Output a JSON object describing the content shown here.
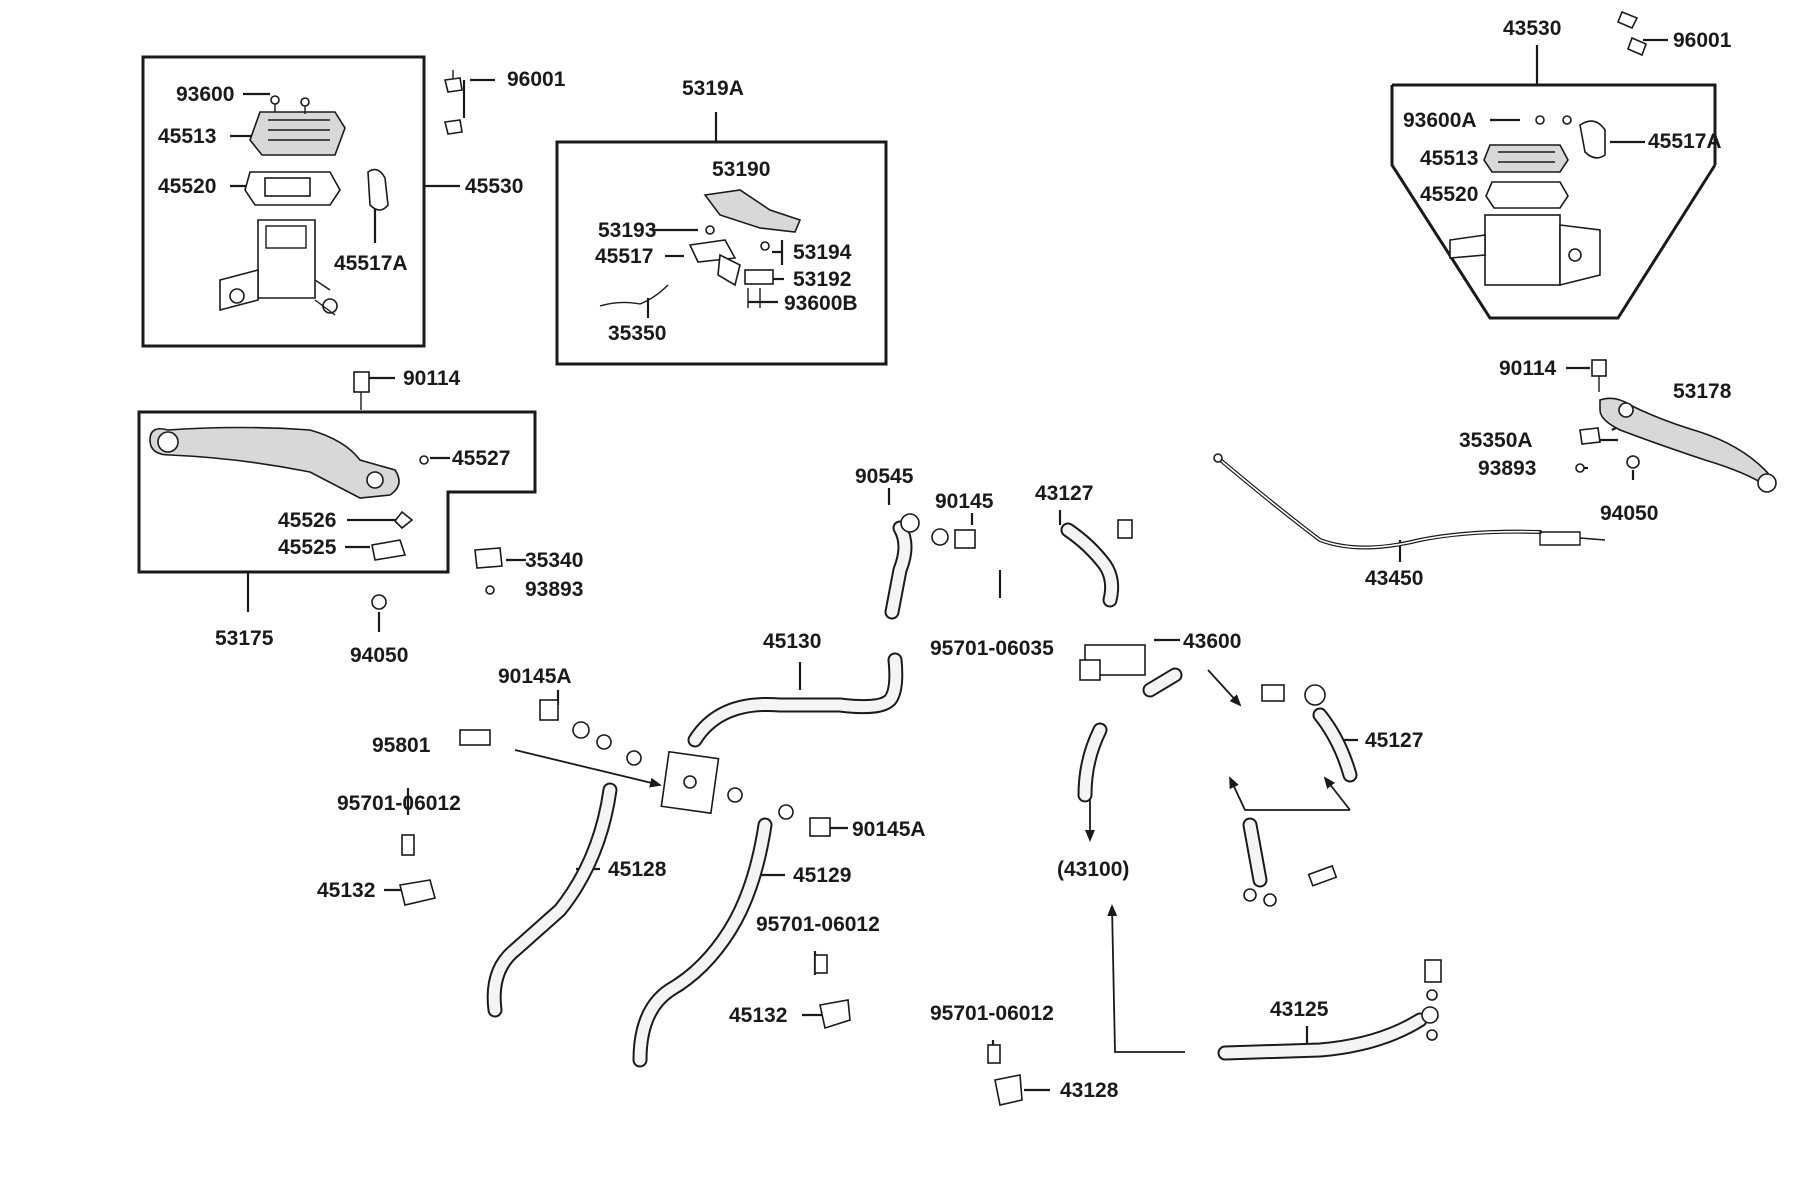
{
  "labels": {
    "p93600": "93600",
    "p45513_l": "45513",
    "p45520_l": "45520",
    "p96001_l": "96001",
    "p45530": "45530",
    "p45517a_l": "45517A",
    "p5319a": "5319A",
    "p53190": "53190",
    "p53193": "53193",
    "p45517": "45517",
    "p53194": "53194",
    "p53192": "53192",
    "p93600b": "93600B",
    "p35350": "35350",
    "p43530": "43530",
    "p96001_r": "96001",
    "p93600a": "93600A",
    "p45513_r": "45513",
    "p45517a_r": "45517A",
    "p45520_r": "45520",
    "p90114_l": "90114",
    "p45527": "45527",
    "p45526": "45526",
    "p45525": "45525",
    "p53175": "53175",
    "p35340": "35340",
    "p93893_l": "93893",
    "p94050_l": "94050",
    "p90114_r": "90114",
    "p53178": "53178",
    "p35350a": "35350A",
    "p93893_r": "93893",
    "p94050_r": "94050",
    "p90545": "90545",
    "p90145": "90145",
    "p43127": "43127",
    "p43450": "43450",
    "p95701_06035": "95701-06035",
    "p43600": "43600",
    "p45130": "45130",
    "p90145a_t": "90145A",
    "p95801": "95801",
    "p45127": "45127",
    "p95701_06012_a": "95701-06012",
    "p90145a_b": "90145A",
    "p45128": "45128",
    "p45129": "45129",
    "p43100": "(43100)",
    "p45132_a": "45132",
    "p95701_06012_b": "95701-06012",
    "p45132_b": "45132",
    "p95701_06012_c": "95701-06012",
    "p43125": "43125",
    "p43128": "43128"
  }
}
